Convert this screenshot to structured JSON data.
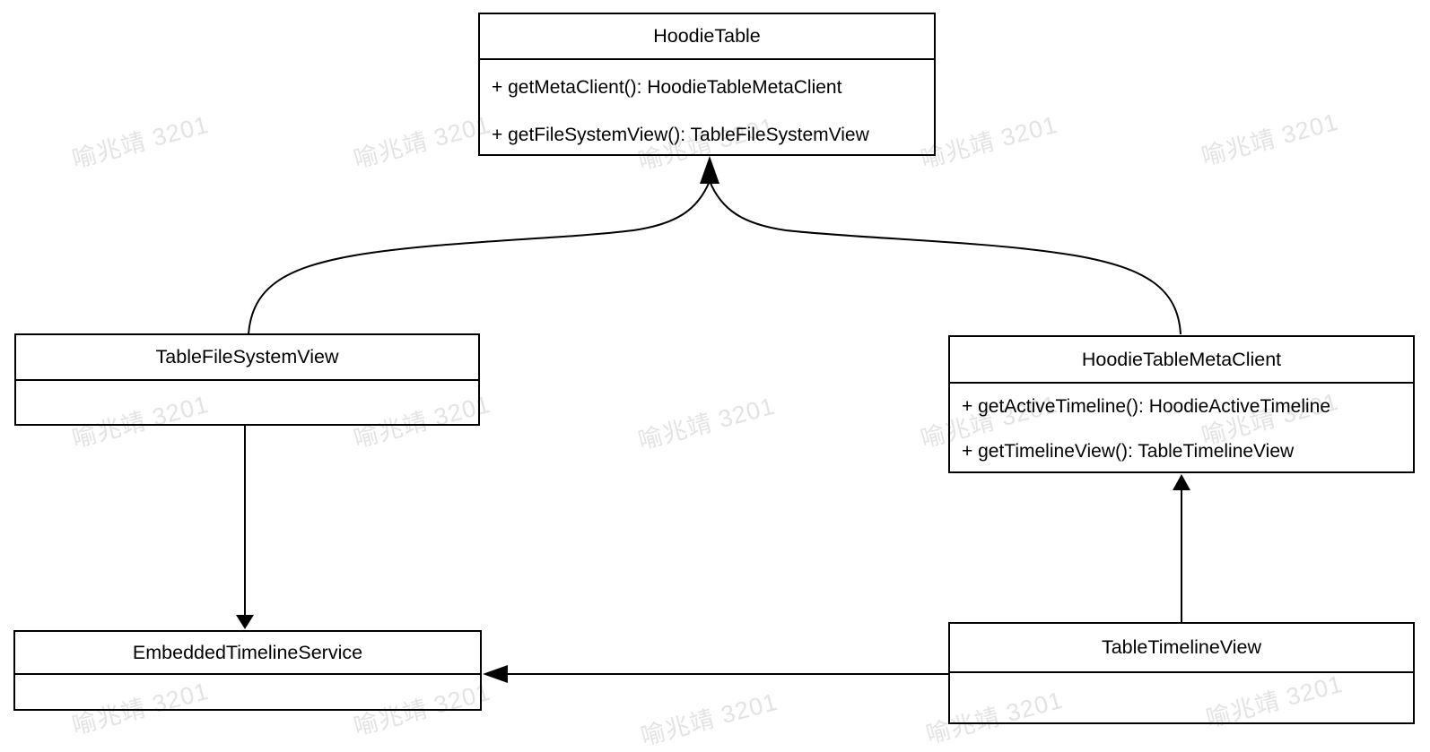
{
  "watermark": {
    "text": "喻兆靖 3201",
    "color": "#e3e3e3"
  },
  "diagram": {
    "type": "uml-class-diagram",
    "line_color": "#000000",
    "background_color": "#ffffff",
    "classes": [
      {
        "name": "HoodieTable",
        "methods": [
          "+ getMetaClient(): HoodieTableMetaClient",
          "+ getFileSystemView(): TableFileSystemView"
        ]
      },
      {
        "name": "TableFileSystemView",
        "methods": []
      },
      {
        "name": "HoodieTableMetaClient",
        "methods": [
          "+ getActiveTimeline(): HoodieActiveTimeline",
          "+ getTimelineView(): TableTimelineView"
        ]
      },
      {
        "name": "EmbeddedTimelineService",
        "methods": []
      },
      {
        "name": "TableTimelineView",
        "methods": []
      }
    ],
    "relations": [
      {
        "from": "TableFileSystemView",
        "to": "HoodieTable",
        "style": "curved-arrow-up"
      },
      {
        "from": "HoodieTableMetaClient",
        "to": "HoodieTable",
        "style": "curved-arrow-up"
      },
      {
        "from": "TableFileSystemView",
        "to": "EmbeddedTimelineService",
        "style": "straight-arrow-down"
      },
      {
        "from": "TableTimelineView",
        "to": "HoodieTableMetaClient",
        "style": "straight-arrow-up"
      },
      {
        "from": "TableTimelineView",
        "to": "EmbeddedTimelineService",
        "style": "straight-arrow-left"
      }
    ]
  }
}
